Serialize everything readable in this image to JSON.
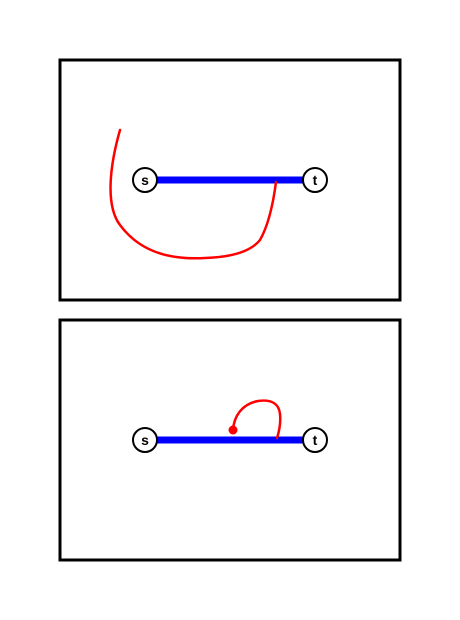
{
  "colors": {
    "background": "#ffffff",
    "frame": "#000000",
    "edge": "#0000ff",
    "curve": "#ff0000",
    "node_fill": "#ffffff",
    "node_stroke": "#000000"
  },
  "panels": [
    {
      "source_label": "s",
      "target_label": "t",
      "curve_endpoint_marker": false
    },
    {
      "source_label": "s",
      "target_label": "t",
      "curve_endpoint_marker": true
    }
  ]
}
